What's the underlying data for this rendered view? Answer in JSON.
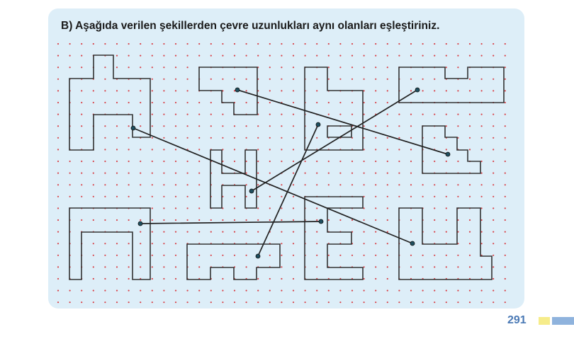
{
  "exercise": {
    "title": "B) Aşağıda verilen şekillerden çevre uzunlukları aynı olanları eşleştiriniz."
  },
  "page": {
    "number": "291"
  },
  "colors": {
    "panel": "#ddeef8",
    "dot": "#d9444a",
    "shape_stroke": "#333333",
    "match_line": "#222222",
    "page_number": "#4a79b5"
  },
  "shapes": [
    {
      "id": "tower-shape"
    },
    {
      "id": "step-shape"
    },
    {
      "id": "b-shape"
    },
    {
      "id": "notched-bar-shape"
    },
    {
      "id": "staircase-shape"
    },
    {
      "id": "h-shape"
    },
    {
      "id": "arch-shape"
    },
    {
      "id": "castle-bar-shape"
    },
    {
      "id": "e-shape"
    },
    {
      "id": "cup-shape"
    }
  ],
  "matches": [
    {
      "from": "step-shape",
      "to": "staircase-shape"
    },
    {
      "from": "tower-shape",
      "to": "cup-shape"
    },
    {
      "from": "notched-bar-shape",
      "to": "h-shape"
    },
    {
      "from": "b-shape",
      "to": "castle-bar-shape"
    },
    {
      "from": "arch-shape",
      "to": "e-shape"
    }
  ]
}
